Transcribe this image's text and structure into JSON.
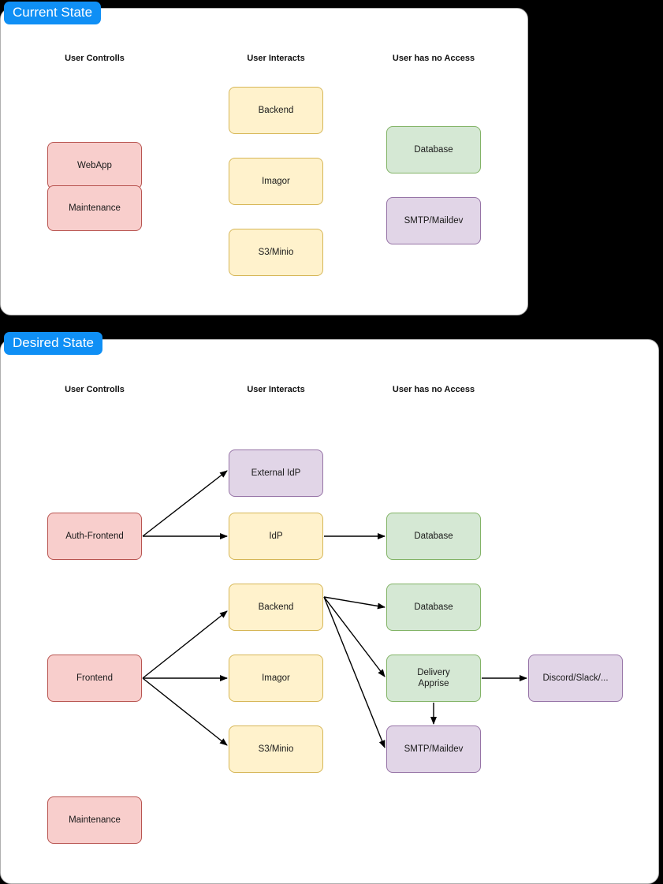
{
  "diagram": {
    "type": "architecture-flow",
    "panels": [
      {
        "id": "current",
        "tab_label": "Current State",
        "tab_color": "#0f8ff5",
        "headers": [
          "User Controlls",
          "User Interacts",
          "User has no Access"
        ],
        "nodes": [
          {
            "id": "webapp",
            "label": "WebApp",
            "color": "red",
            "column": "User Controlls"
          },
          {
            "id": "maintenance",
            "label": "Maintenance",
            "color": "red",
            "column": "User Controlls"
          },
          {
            "id": "backend",
            "label": "Backend",
            "color": "yellow",
            "column": "User Interacts"
          },
          {
            "id": "imagor",
            "label": "Imagor",
            "color": "yellow",
            "column": "User Interacts"
          },
          {
            "id": "s3minio",
            "label": "S3/Minio",
            "color": "yellow",
            "column": "User Interacts"
          },
          {
            "id": "database",
            "label": "Database",
            "color": "green",
            "column": "User has no Access"
          },
          {
            "id": "smtp",
            "label": "SMTP/Maildev",
            "color": "purple",
            "column": "User has no Access"
          }
        ],
        "edges": []
      },
      {
        "id": "desired",
        "tab_label": "Desired State",
        "tab_color": "#0f8ff5",
        "headers": [
          "User Controlls",
          "User Interacts",
          "User has no Access"
        ],
        "nodes": [
          {
            "id": "auth-frontend",
            "label": "Auth-Frontend",
            "color": "red",
            "column": "User Controlls"
          },
          {
            "id": "frontend",
            "label": "Frontend",
            "color": "red",
            "column": "User Controlls"
          },
          {
            "id": "maintenance2",
            "label": "Maintenance",
            "color": "red",
            "column": "User Controlls"
          },
          {
            "id": "external-idp",
            "label": "External IdP",
            "color": "purple",
            "column": "User Interacts"
          },
          {
            "id": "idp",
            "label": "IdP",
            "color": "yellow",
            "column": "User Interacts"
          },
          {
            "id": "backend2",
            "label": "Backend",
            "color": "yellow",
            "column": "User Interacts"
          },
          {
            "id": "imagor2",
            "label": "Imagor",
            "color": "yellow",
            "column": "User Interacts"
          },
          {
            "id": "s3minio2",
            "label": "S3/Minio",
            "color": "yellow",
            "column": "User Interacts"
          },
          {
            "id": "database2",
            "label": "Database",
            "color": "green",
            "column": "User has no Access"
          },
          {
            "id": "database3",
            "label": "Database",
            "color": "green",
            "column": "User has no Access"
          },
          {
            "id": "delivery-apprise",
            "label": "Delivery\nApprise",
            "label_line1": "Delivery",
            "label_line2": "Apprise",
            "color": "green",
            "column": "User has no Access"
          },
          {
            "id": "smtp2",
            "label": "SMTP/Maildev",
            "color": "purple",
            "column": "User has no Access"
          },
          {
            "id": "discord",
            "label": "Discord/Slack/...",
            "color": "purple",
            "column": "External"
          }
        ],
        "edges": [
          {
            "from": "auth-frontend",
            "to": "external-idp"
          },
          {
            "from": "auth-frontend",
            "to": "idp"
          },
          {
            "from": "idp",
            "to": "database2"
          },
          {
            "from": "frontend",
            "to": "backend2"
          },
          {
            "from": "frontend",
            "to": "imagor2"
          },
          {
            "from": "frontend",
            "to": "s3minio2"
          },
          {
            "from": "backend2",
            "to": "database3"
          },
          {
            "from": "backend2",
            "to": "delivery-apprise"
          },
          {
            "from": "backend2",
            "to": "smtp2"
          },
          {
            "from": "delivery-apprise",
            "to": "smtp2"
          },
          {
            "from": "delivery-apprise",
            "to": "discord"
          }
        ]
      }
    ],
    "colors": {
      "red_fill": "#f8cecc",
      "red_stroke": "#b85450",
      "yellow_fill": "#fff2cc",
      "yellow_stroke": "#d6b656",
      "green_fill": "#d5e8d4",
      "green_stroke": "#82b366",
      "purple_fill": "#e1d5e7",
      "purple_stroke": "#9673a6",
      "tab_blue": "#0f8ff5",
      "background": "#000000",
      "panel": "#ffffff"
    }
  }
}
